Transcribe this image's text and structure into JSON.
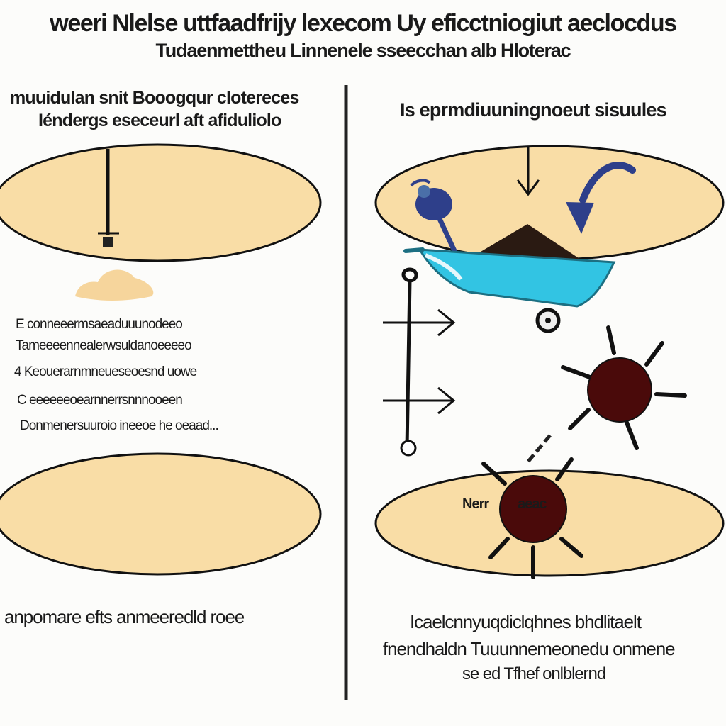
{
  "header": {
    "title_line1": "weeri Nlelse uttfaadfrijy lexecom Uy eficctniogiut aeclocdus",
    "title_line2": "Tudaenmettheu Linnenele sseecchan alb Hloterac"
  },
  "left_panel": {
    "heading_line1": "muuidulan snit Booogqur clotereces",
    "heading_line2": "Iéndergs eseceurl aft afiduliolo",
    "bullets": [
      "E conneeermsaeaduuunodeeo",
      "Tameeeennealerwsuldanoeeeeo",
      "4 Keouerarnmneueseoesnd uowe",
      "C eeeeeeoearnnerrsnnnooeen",
      "Donmenersuuroio ineeoe he oeaad..."
    ],
    "caption": "anpomare efts anmeeredld roee"
  },
  "right_panel": {
    "heading": "Is eprmdiuuningnoeut sisuules",
    "ellipse_label": "Nerr         aeac",
    "caption_line1": "Icaelcnnyuqdiclqhnes bhdlitaelt",
    "caption_line2": "fnendhaldn Tuuunnemeonedu onmene",
    "caption_line3": "se ed Tfhef onlblernd"
  },
  "colors": {
    "ellipse_fill": "#f9dda6",
    "outline": "#111111",
    "divider": "#222222",
    "tub": "#32c4e3",
    "sphere": "#4a0a0a",
    "blob": "#f6d59c",
    "blue_arrow": "#2e3f8a"
  }
}
